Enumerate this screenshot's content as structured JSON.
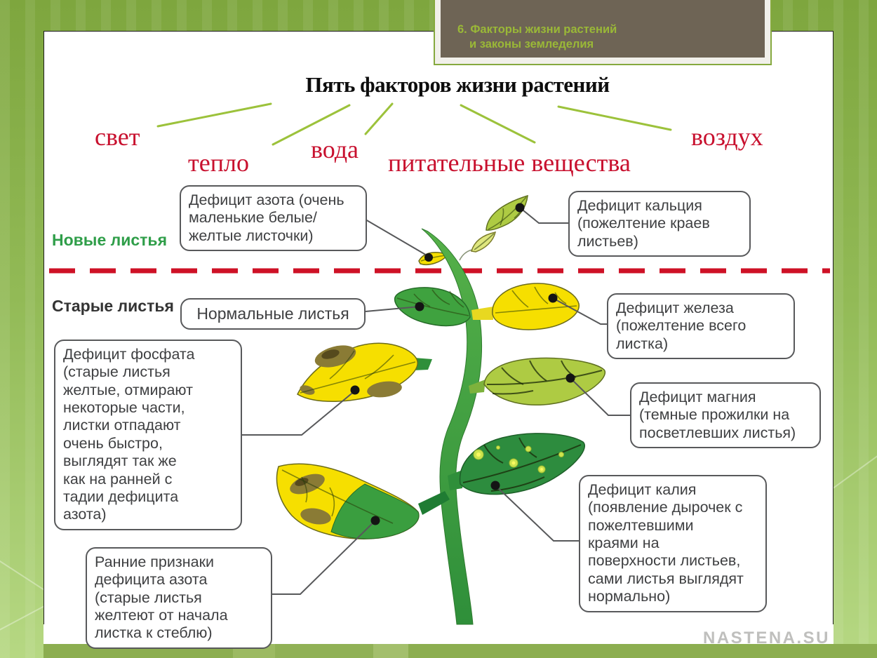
{
  "header": {
    "line1": "6. Факторы жизни растений",
    "line2": "и законы земледелия"
  },
  "title": "Пять факторов жизни растений",
  "factors": [
    "свет",
    "тепло",
    "вода",
    "питательные вещества",
    "воздух"
  ],
  "zone_labels": {
    "new_leaves": "Новые листья",
    "old_leaves": "Старые листья"
  },
  "callouts": {
    "nitrogen": "Дефицит азота (очень\nмаленькие белые/\nжелтые листочки)",
    "calcium": "Дефицит кальция\n(пожелтение краев\nлистьев)",
    "normal_leaves": "Нормальные листья",
    "iron": "Дефицит железа\n(пожелтение всего\nлистка)",
    "phosphate": "Дефицит фосфата\n(старые листья\nжелтые, отмирают\nнекоторые части,\nлистки отпадают\nочень быстро,\nвыглядят так же\nкак на ранней с\nтадии дефицита\nазота)",
    "magnesium": "Дефицит магния\n(темные прожилки на\nпосветлевших листья)",
    "potassium": "Дефицит калия\n(появление дырочек с\nпожелтевшими\nкраями на\nповерхности листьев,\nсами листья выглядят\nнормально)",
    "early_nitrogen": "Ранние признаки\nдефицита азота\n(старые листья\nжелтеют от начала\nлистка к стеблю)"
  },
  "watermark": "NASTENA.SU",
  "colors": {
    "factor-red": "#c8102e",
    "dash-red": "#ce1126",
    "frame-green": "#85a93e",
    "header-bg": "#6e6455",
    "header-text": "#9ab837",
    "new-green": "#2f9e49",
    "callout-border": "#58595b",
    "callout-text": "#3f4042",
    "leaf-green": "#3fa23f",
    "leaf-yellow": "#f6df00"
  }
}
